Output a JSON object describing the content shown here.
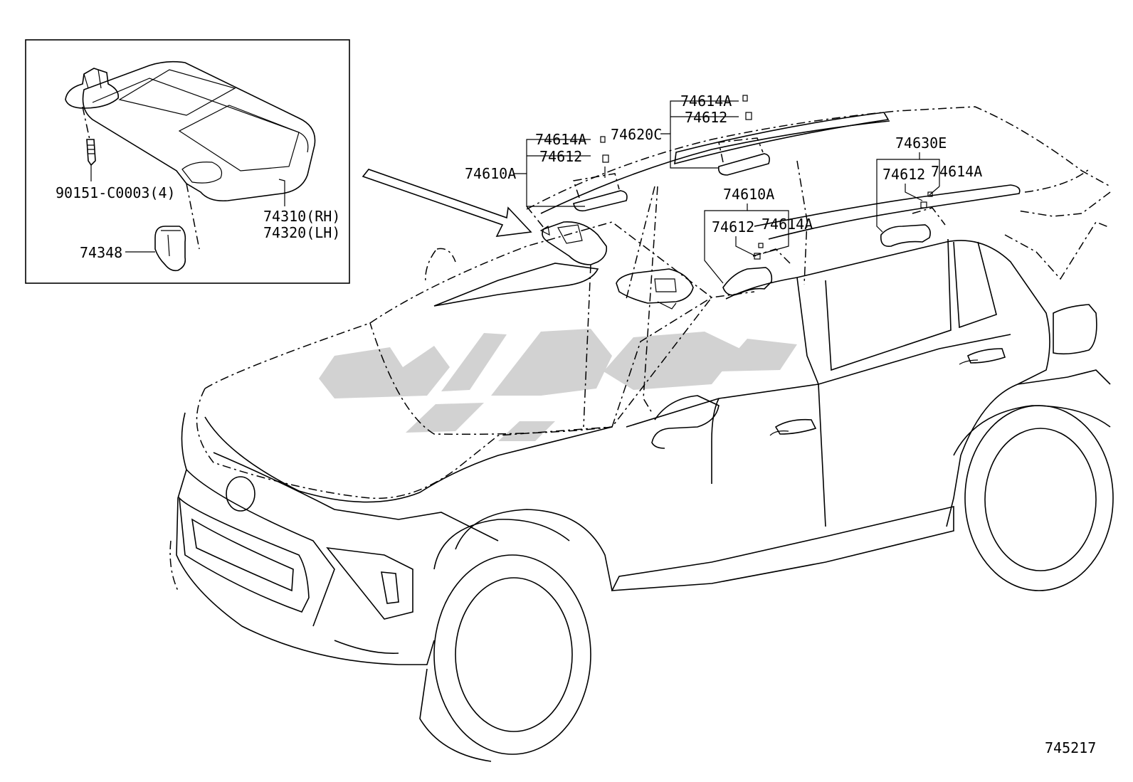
{
  "labels": {
    "bolt": "90151-C0003(4)",
    "visor_rh": "74310(RH)",
    "visor_lh": "74320(LH)",
    "holder": "74348",
    "front_grip_a": "74610A",
    "front_grip_plug": "74614A",
    "front_grip_clip": "74612",
    "roof_grip_c": "74620C",
    "roof_grip_plug": "74614A",
    "roof_grip_clip": "74612",
    "mid_grip_a": "74610A",
    "mid_grip_clip": "74612",
    "mid_grip_plug": "74614A",
    "rear_grip_e": "74630E",
    "rear_grip_clip": "74612",
    "rear_grip_plug": "74614A",
    "diagram_no": "745217"
  },
  "colors": {
    "line": "#000000",
    "watermark": "#d2d2d2",
    "background": "#ffffff"
  }
}
